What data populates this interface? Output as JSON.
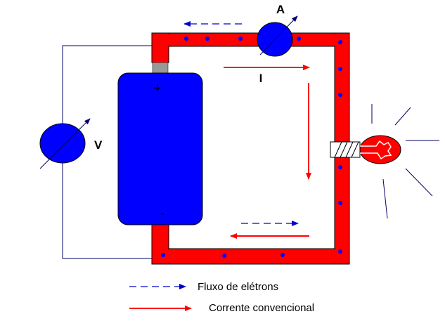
{
  "labels": {
    "ammeter": "A",
    "voltmeter": "V",
    "current": "I",
    "positive": "+",
    "negative": "-"
  },
  "legend": {
    "electron_flow": "Fluxo de elétrons",
    "conventional_current": "Corrente convencional"
  },
  "colors": {
    "wire": "#ff0000",
    "battery": "#0000ff",
    "meter": "#0000ff",
    "electron_dots": "#0000ff",
    "electron_arrow": "#0000cc",
    "current_arrow": "#ff0000",
    "bulb": "#ff0000",
    "terminal": "#999999"
  },
  "icons": {
    "ammeter": "ammeter-icon",
    "voltmeter": "voltmeter-icon",
    "bulb": "light-bulb-icon",
    "battery": "battery-icon"
  }
}
